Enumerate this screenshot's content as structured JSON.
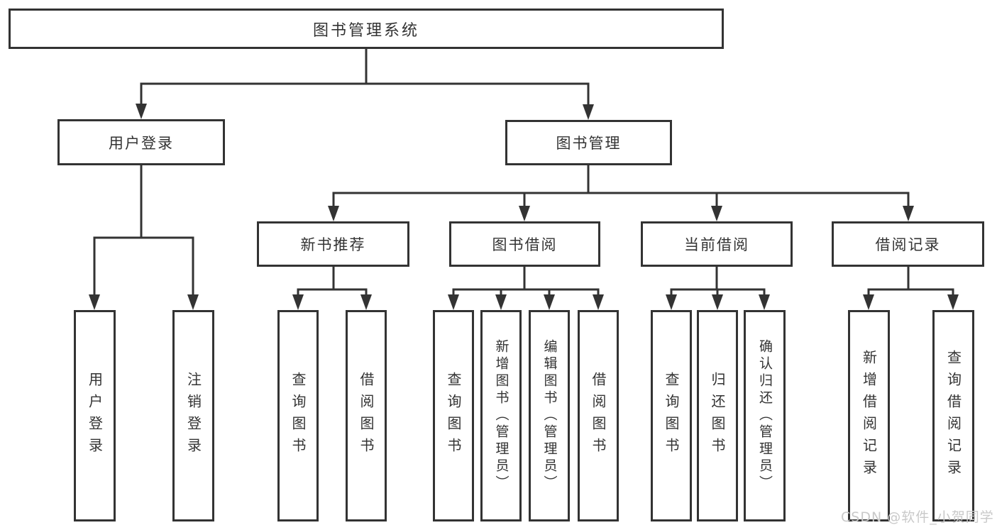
{
  "diagram": {
    "title": "图书管理系统",
    "colors": {
      "line": "#333333",
      "text": "#333333",
      "box_bg": "#ffffff",
      "watermark": "#c9c9c9"
    },
    "nodes": {
      "root": {
        "label": "图书管理系统"
      },
      "user_login": {
        "label": "用户登录"
      },
      "book_mgmt": {
        "label": "图书管理"
      },
      "login": {
        "label": "用户登录"
      },
      "logout": {
        "label": "注销登录"
      },
      "new_book": {
        "label": "新书推荐"
      },
      "book_borrow": {
        "label": "图书借阅"
      },
      "current_borrow": {
        "label": "当前借阅"
      },
      "borrow_record": {
        "label": "借阅记录"
      },
      "nb_query": {
        "label": "查询图书"
      },
      "nb_borrow": {
        "label": "借阅图书"
      },
      "bb_query": {
        "label": "查询图书"
      },
      "bb_add": {
        "label": "新增图书（管理员）"
      },
      "bb_edit": {
        "label": "编辑图书（管理员）"
      },
      "bb_borrow": {
        "label": "借阅图书"
      },
      "cb_query": {
        "label": "查询图书"
      },
      "cb_return": {
        "label": "归还图书"
      },
      "cb_confirm": {
        "label": "确认归还（管理员）"
      },
      "br_add": {
        "label": "新增借阅记录"
      },
      "br_query": {
        "label": "查询借阅记录"
      }
    },
    "hierarchy": [
      {
        "parent": "root",
        "children": [
          "user_login",
          "book_mgmt"
        ]
      },
      {
        "parent": "user_login",
        "children": [
          "login",
          "logout"
        ]
      },
      {
        "parent": "book_mgmt",
        "children": [
          "new_book",
          "book_borrow",
          "current_borrow",
          "borrow_record"
        ]
      },
      {
        "parent": "new_book",
        "children": [
          "nb_query",
          "nb_borrow"
        ]
      },
      {
        "parent": "book_borrow",
        "children": [
          "bb_query",
          "bb_add",
          "bb_edit",
          "bb_borrow"
        ]
      },
      {
        "parent": "current_borrow",
        "children": [
          "cb_query",
          "cb_return",
          "cb_confirm"
        ]
      },
      {
        "parent": "borrow_record",
        "children": [
          "br_add",
          "br_query"
        ]
      }
    ],
    "watermark": "CSDN @软件_小贺同学"
  }
}
